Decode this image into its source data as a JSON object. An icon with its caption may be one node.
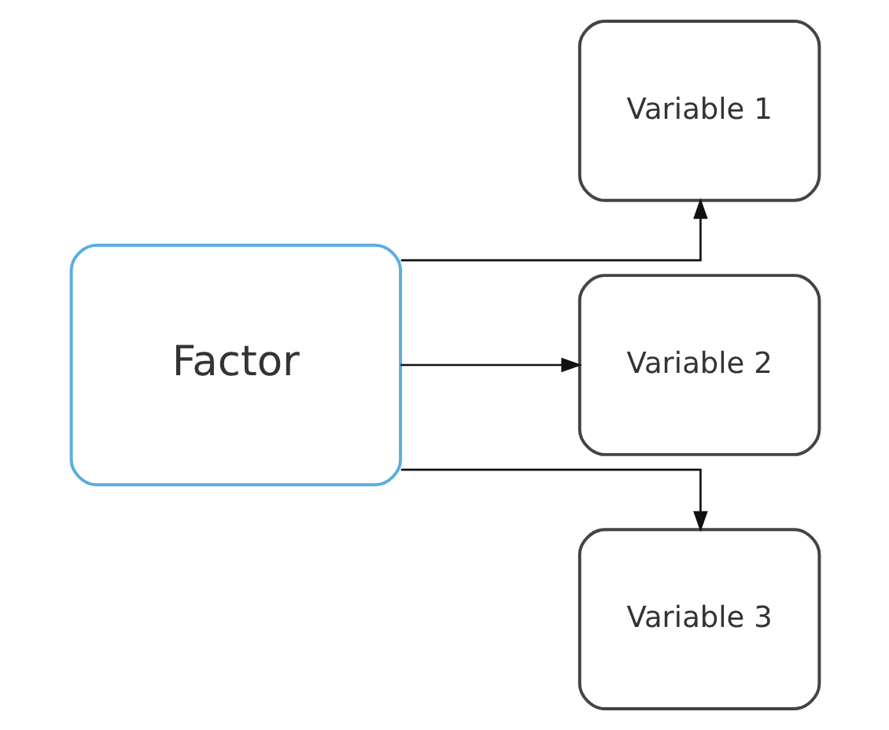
{
  "diagram": {
    "nodes": [
      {
        "text": [
          "Factor"
        ]
      },
      {
        "text": [
          "Variable 1"
        ]
      },
      {
        "text": [
          "Variable 2"
        ]
      },
      {
        "text": [
          "Variable 3"
        ]
      }
    ],
    "edges": [
      {
        "from": 0,
        "to": 1,
        "arrow": "to"
      },
      {
        "from": 0,
        "to": 2,
        "arrow": "to"
      },
      {
        "from": 0,
        "to": 3,
        "arrow": "to"
      }
    ]
  }
}
